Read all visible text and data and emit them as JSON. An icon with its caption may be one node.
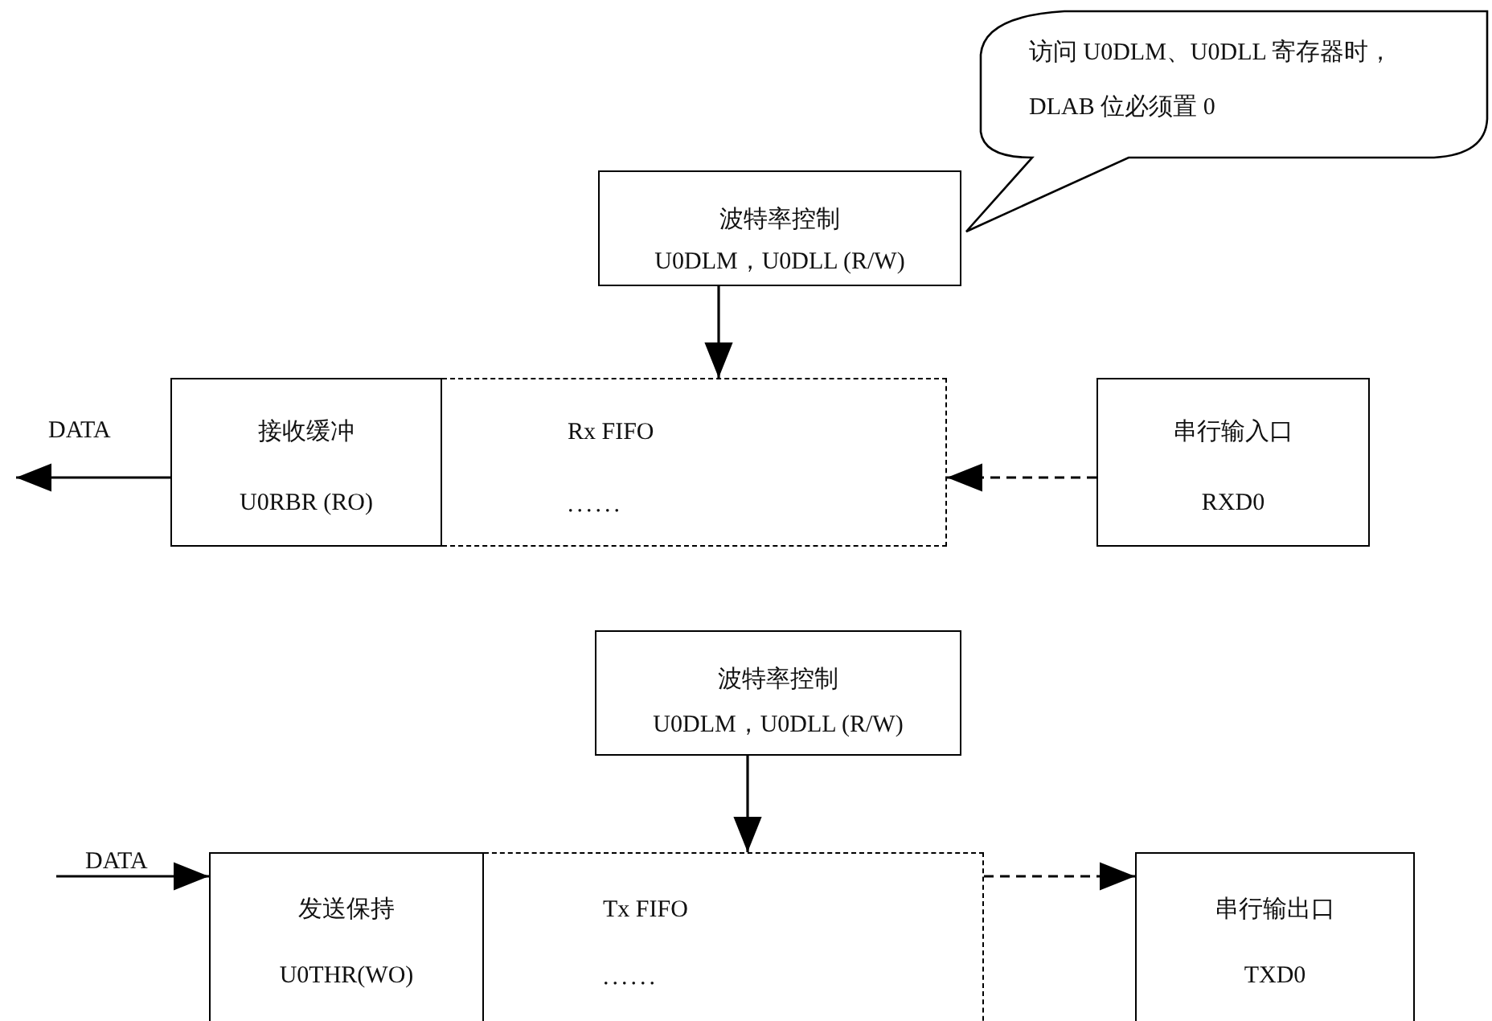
{
  "diagram": {
    "nodes": [
      {
        "text": [
          "访问 U0DLM、U0DLL 寄存器时，DLAB 位必须置 0"
        ]
      },
      {
        "text": [
          "波特率控制",
          "U0DLM，U0DLL (R/W)"
        ]
      },
      {
        "text": [
          "接收缓冲",
          "U0RBR (RO)"
        ]
      },
      {
        "text": [
          "Rx FIFO",
          "......"
        ]
      },
      {
        "text": [
          "串行输入口",
          "RXD0"
        ]
      },
      {
        "text": [
          "波特率控制",
          "U0DLM，U0DLL (R/W)"
        ]
      },
      {
        "text": [
          "发送保持",
          "U0THR(WO)"
        ]
      },
      {
        "text": [
          "Tx FIFO",
          "......"
        ]
      },
      {
        "text": [
          "串行输出口",
          "TXD0"
        ]
      }
    ],
    "edges": [
      {
        "from": 1,
        "to": 3,
        "arrow": "to"
      },
      {
        "from": 2,
        "to": null,
        "arrow": "to"
      },
      {
        "from": 4,
        "to": 3,
        "arrow": "to",
        "style": "dashed"
      },
      {
        "from": 5,
        "to": 7,
        "arrow": "to"
      },
      {
        "from": null,
        "to": 6,
        "arrow": "to"
      },
      {
        "from": 7,
        "to": 8,
        "arrow": "to",
        "style": "dashed"
      }
    ],
    "labels": [
      "DATA",
      "DATA"
    ]
  }
}
